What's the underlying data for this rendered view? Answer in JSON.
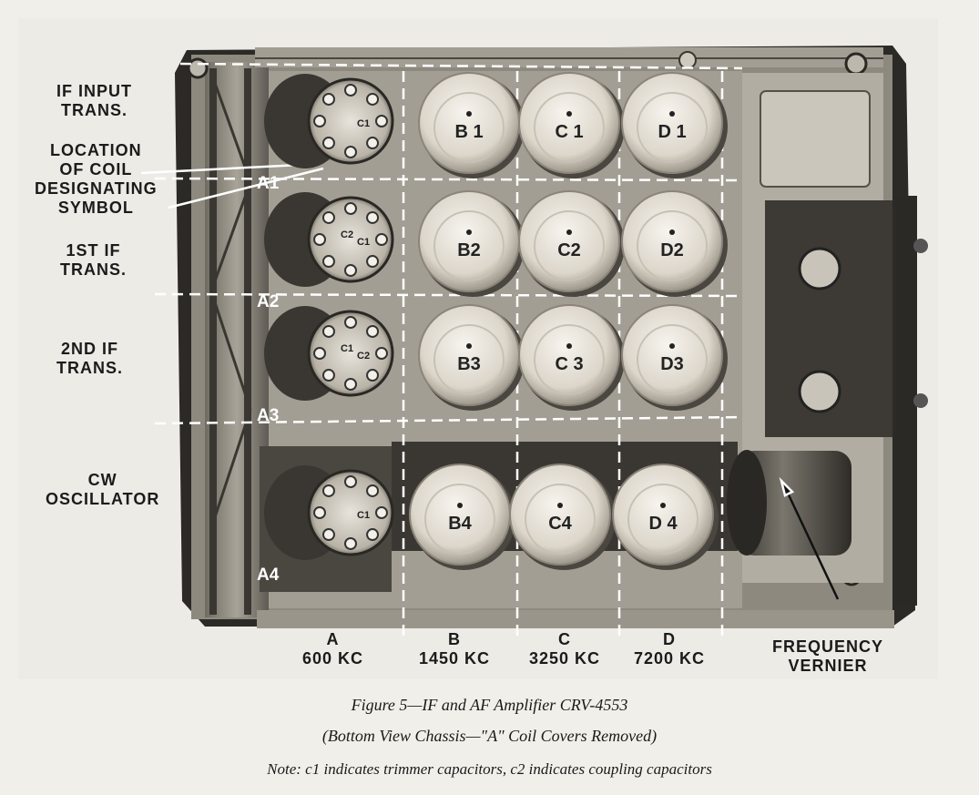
{
  "labels": {
    "if_input": [
      "IF INPUT",
      "TRANS."
    ],
    "location": [
      "LOCATION",
      "OF COIL",
      "DESIGNATING",
      "SYMBOL"
    ],
    "first_if": [
      "1ST IF",
      "TRANS."
    ],
    "second_if": [
      "2ND IF",
      "TRANS."
    ],
    "cw": [
      "CW",
      "OSCILLATOR"
    ],
    "freq_vernier": [
      "FREQUENCY",
      "VERNIER"
    ]
  },
  "columns": [
    {
      "letter": "A",
      "freq": "600 KC"
    },
    {
      "letter": "B",
      "freq": "1450 KC"
    },
    {
      "letter": "C",
      "freq": "3250 KC"
    },
    {
      "letter": "D",
      "freq": "7200 KC"
    }
  ],
  "a_coils": [
    "A1",
    "A2",
    "A3",
    "A4"
  ],
  "coil_cans": [
    [
      "B 1",
      "C 1",
      "D 1"
    ],
    [
      "B2",
      "C2",
      "D2"
    ],
    [
      "B3",
      "C 3",
      "D3"
    ],
    [
      "B4",
      "C4",
      "D 4"
    ]
  ],
  "trimmer_labels": [
    [
      "C1"
    ],
    [
      "C1",
      "C2"
    ],
    [
      "C2",
      "C1"
    ],
    [
      "C1"
    ]
  ],
  "caption": {
    "line1": "Figure 5—IF and AF Amplifier CRV-4553",
    "line2": "(Bottom View Chassis—\"A\" Coil Covers Removed)",
    "line3": "Note: c1 indicates trimmer capacitors, c2 indicates coupling capacitors"
  }
}
